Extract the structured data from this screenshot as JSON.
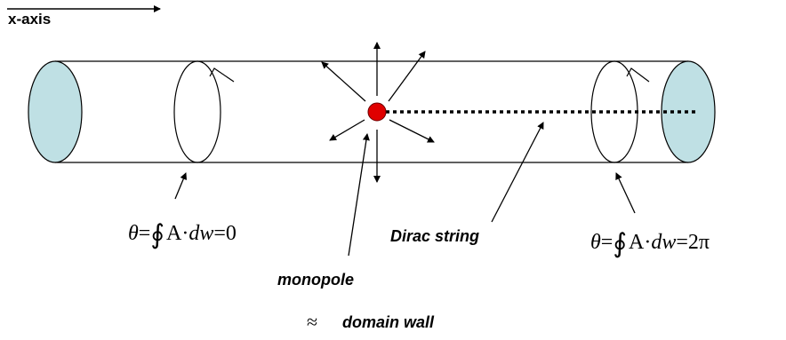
{
  "labels": {
    "x_axis": "x-axis",
    "dirac_string": "Dirac string",
    "monopole": "monopole",
    "approx": "≈",
    "domain_wall": "domain wall"
  },
  "formula_left": {
    "theta": "θ",
    "eq1": "=",
    "integral": "∮",
    "a": "A",
    "dot": "·",
    "dw": "dw",
    "eq2": "=",
    "value": "0"
  },
  "formula_right": {
    "theta": "θ",
    "eq1": "=",
    "integral": "∮",
    "a": "A",
    "dot": "·",
    "dw": "dw",
    "eq2": "=",
    "value": "2π"
  },
  "colors": {
    "end_cap_fill": "#bfe0e4",
    "monopole_fill": "#e00000",
    "line": "#000000"
  }
}
